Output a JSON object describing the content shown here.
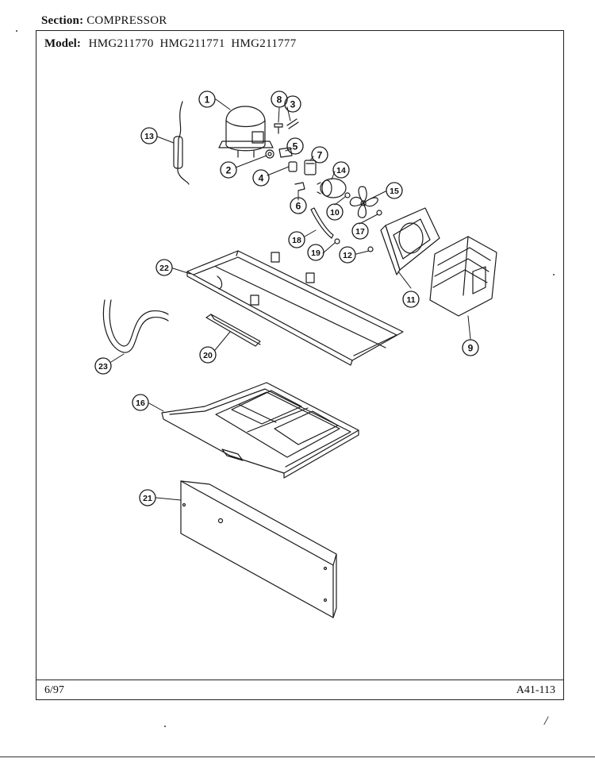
{
  "header": {
    "section_label": "Section:",
    "section_value": "COMPRESSOR"
  },
  "model": {
    "label": "Model:",
    "numbers": [
      "HMG211770",
      "HMG211771",
      "HMG211777"
    ]
  },
  "footer": {
    "date": "6/97",
    "code": "A41-113"
  },
  "stray_mark": "/",
  "callouts": [
    "1",
    "2",
    "3",
    "4",
    "5",
    "6",
    "7",
    "8",
    "9",
    "10",
    "11",
    "12",
    "13",
    "14",
    "15",
    "16",
    "17",
    "18",
    "19",
    "20",
    "21",
    "22",
    "23"
  ]
}
